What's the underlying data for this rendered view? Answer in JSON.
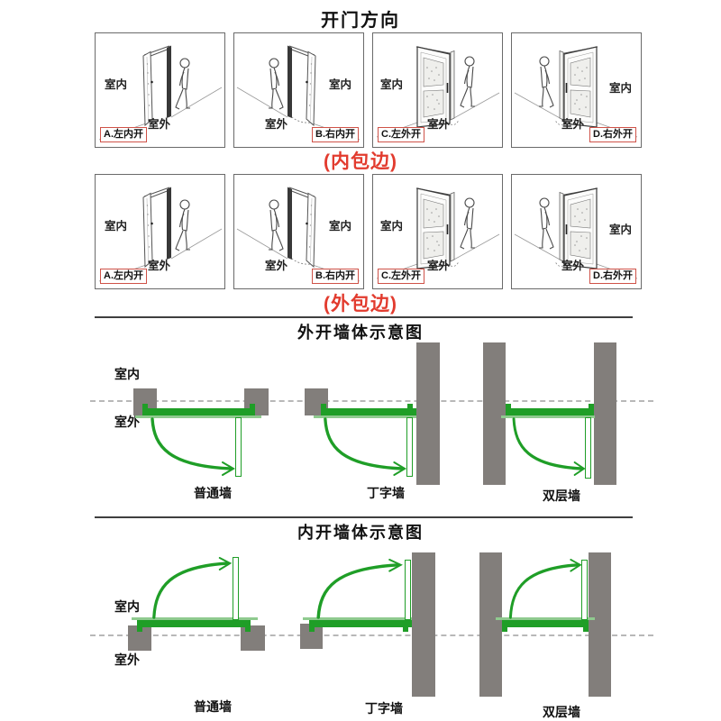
{
  "title": "开门方向",
  "captions": {
    "inner_trim": "(内包边)",
    "outer_trim": "(外包边)"
  },
  "door_panels": {
    "row1": [
      {
        "label": "A.左内开",
        "indoor": "室内",
        "outdoor": "室外"
      },
      {
        "label": "B.右内开",
        "indoor": "室内",
        "outdoor": "室外"
      },
      {
        "label": "C.左外开",
        "indoor": "室内",
        "outdoor": "室外"
      },
      {
        "label": "D.右外开",
        "indoor": "室内",
        "outdoor": "室外"
      }
    ],
    "row2": [
      {
        "label": "A.左内开",
        "indoor": "室内",
        "outdoor": "室外"
      },
      {
        "label": "B.右内开",
        "indoor": "室内",
        "outdoor": "室外"
      },
      {
        "label": "C.左外开",
        "indoor": "室内",
        "outdoor": "室外"
      },
      {
        "label": "D.右外开",
        "indoor": "室内",
        "outdoor": "室外"
      }
    ]
  },
  "wall_sections": {
    "outward": {
      "title": "外开墙体示意图",
      "indoor_label": "室内",
      "outdoor_label": "室外",
      "walls": [
        "普通墙",
        "丁字墙",
        "双层墙"
      ]
    },
    "inward": {
      "title": "内开墙体示意图",
      "indoor_label": "室内",
      "outdoor_label": "室外",
      "walls": [
        "普通墙",
        "丁字墙",
        "双层墙"
      ]
    }
  },
  "colors": {
    "green": "#1f9e27",
    "green_light": "#8fca8f",
    "wall_gray": "#827e7b",
    "red": "#e23b2e"
  }
}
